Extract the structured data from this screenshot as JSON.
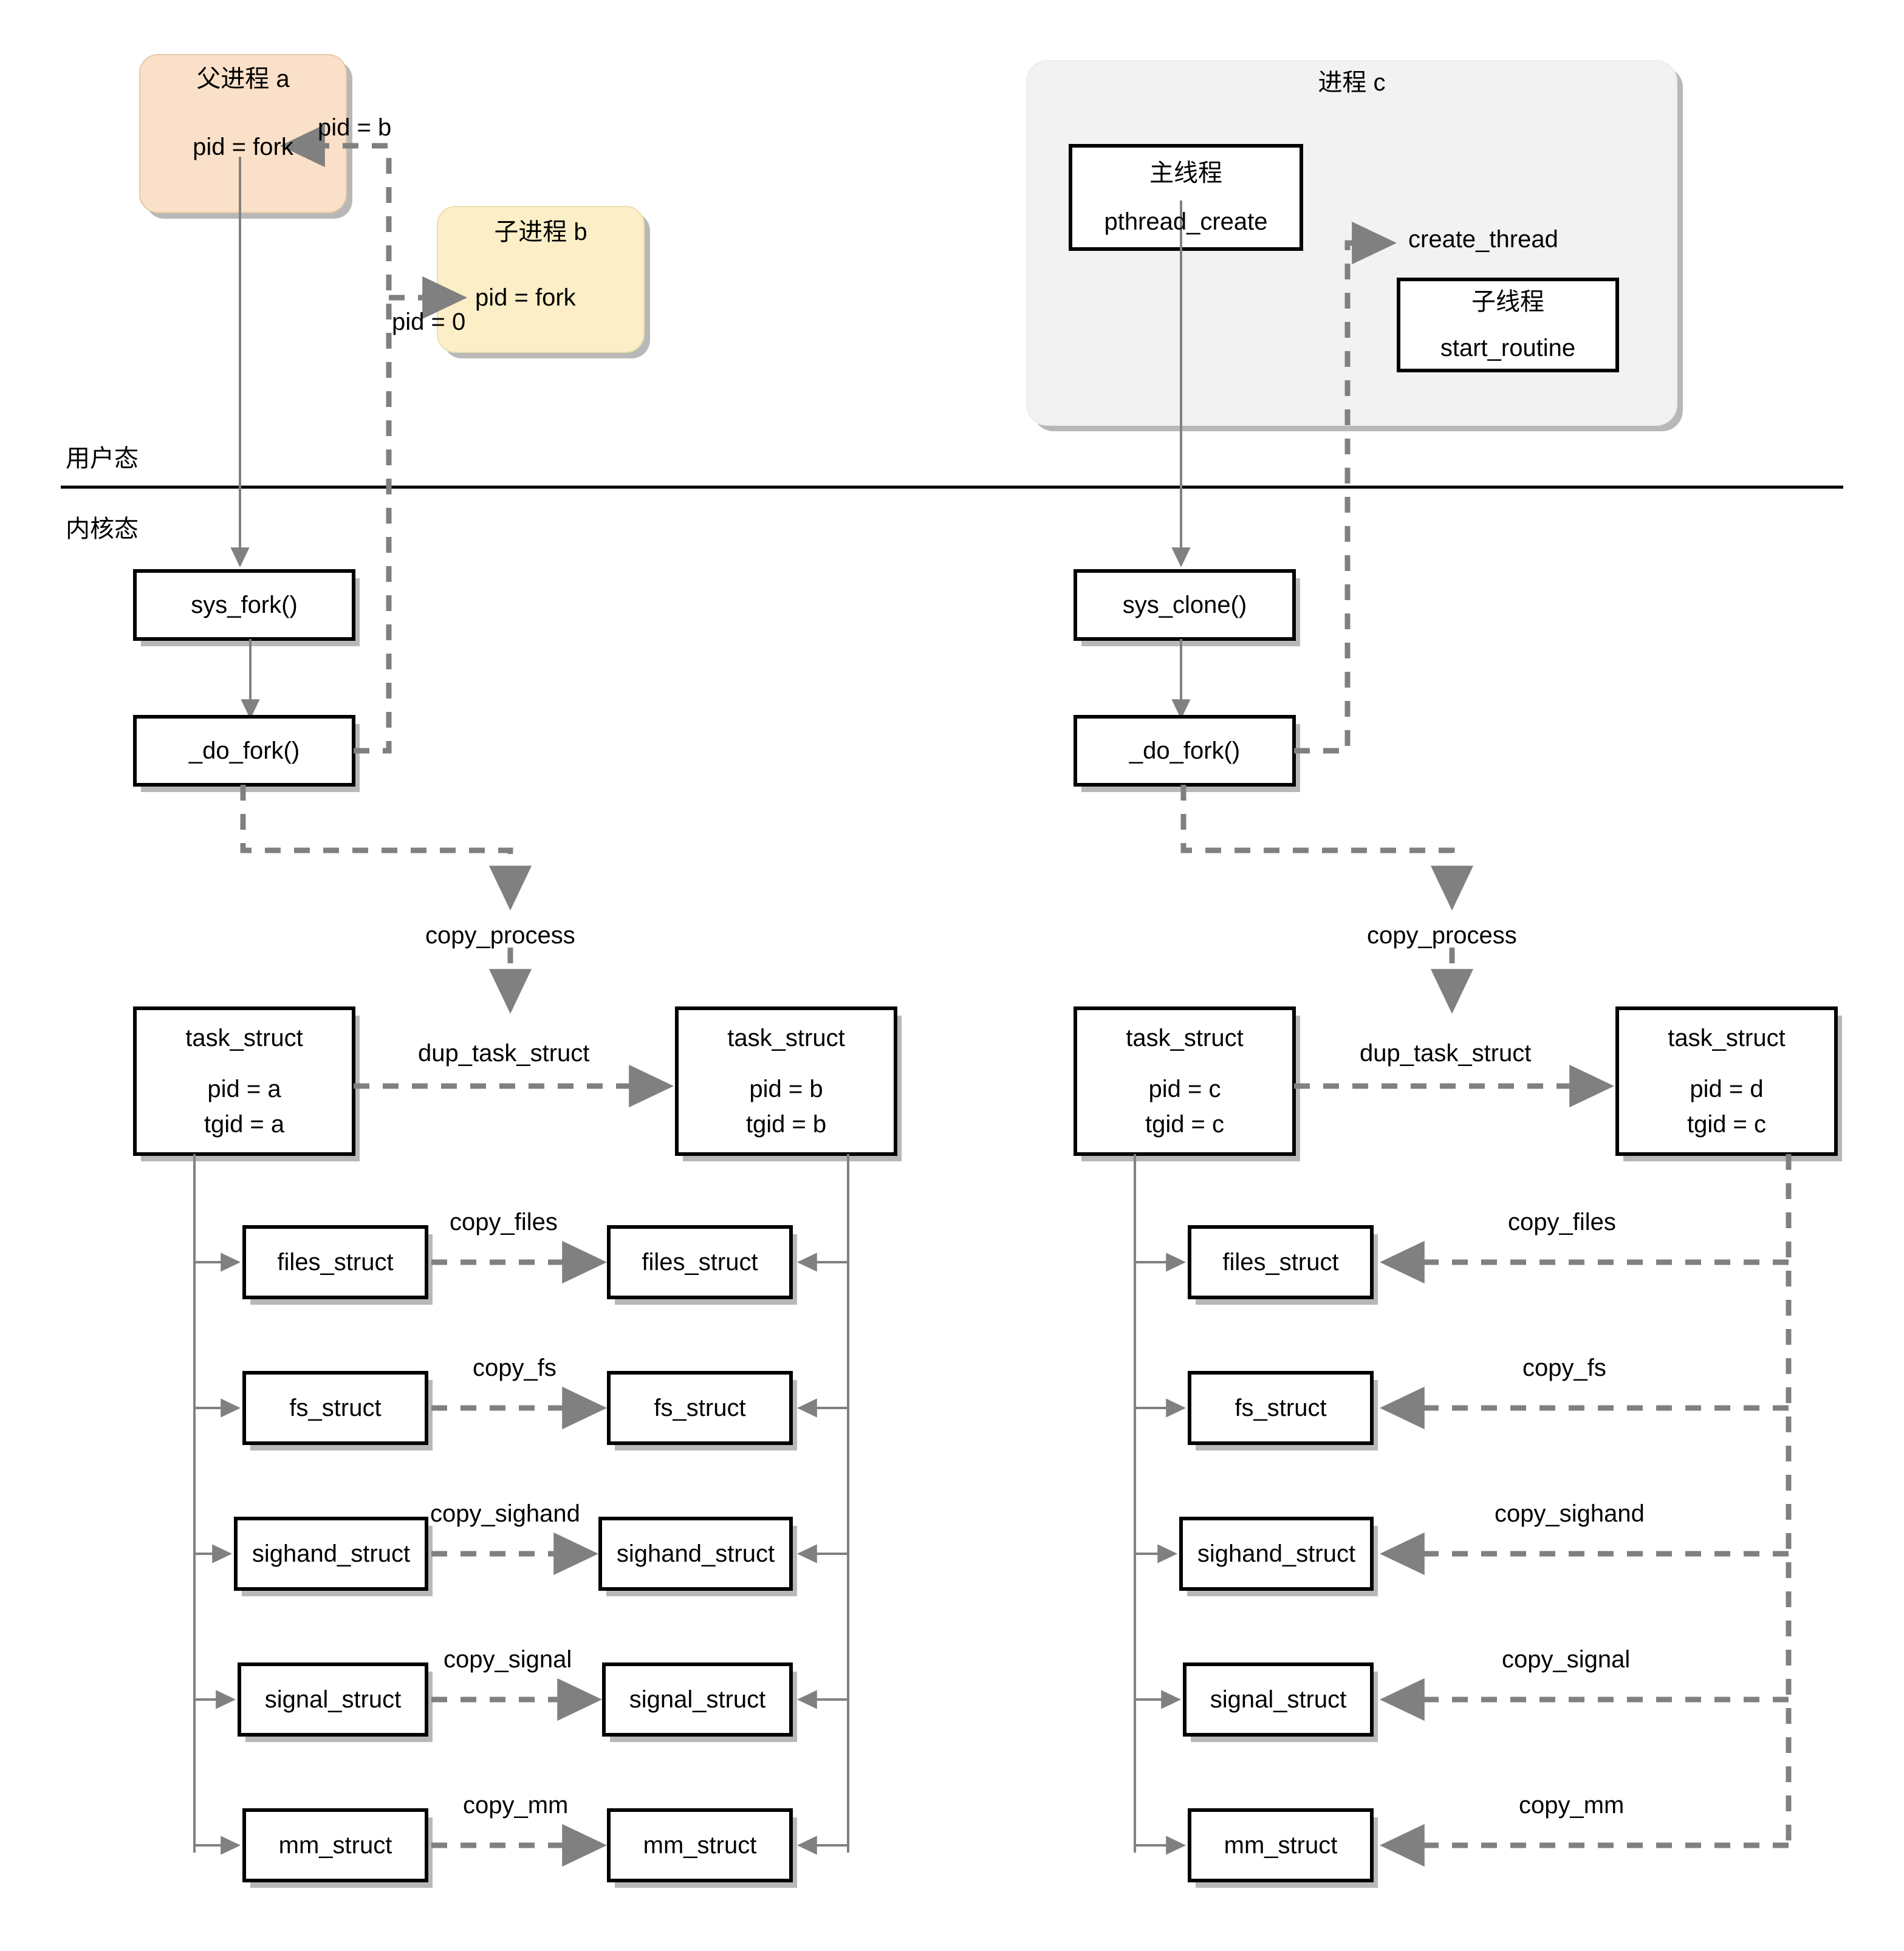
{
  "diagram": {
    "title_semantics": "linux fork vs pthread_create kernel flow",
    "mode_labels": {
      "user": "用户态",
      "kernel": "内核态"
    },
    "colors": {
      "parent_process_fill": "#fae0c8",
      "child_process_fill": "#fcefc7",
      "process_group_fill": "#f2f2f2",
      "box_fill": "#ffffff",
      "box_stroke": "#000000",
      "solid_arrow": "#808080",
      "dashed_arrow": "#808080",
      "shadow": "#b3b3b3",
      "divider": "#000000"
    }
  },
  "left": {
    "parent_process": {
      "title": "父进程 a",
      "call": "pid = fork"
    },
    "child_process": {
      "title": "子进程 b",
      "call": "pid = fork"
    },
    "edge_labels": {
      "return_parent": "pid = b",
      "return_child": "pid = 0",
      "copy_process": "copy_process",
      "dup_task_struct": "dup_task_struct"
    },
    "kernel_boxes": [
      {
        "label": "sys_fork()"
      },
      {
        "label": "_do_fork()"
      }
    ],
    "task_structs": [
      {
        "title": "task_struct",
        "pid": "pid = a",
        "tgid": "tgid = a"
      },
      {
        "title": "task_struct",
        "pid": "pid = b",
        "tgid": "tgid = b"
      }
    ],
    "struct_rows": [
      {
        "left": "files_struct",
        "label": "copy_files",
        "right": "files_struct"
      },
      {
        "left": "fs_struct",
        "label": "copy_fs",
        "right": "fs_struct"
      },
      {
        "left": "sighand_struct",
        "label": "copy_sighand",
        "right": "sighand_struct"
      },
      {
        "left": "signal_struct",
        "label": "copy_signal",
        "right": "signal_struct"
      },
      {
        "left": "mm_struct",
        "label": "copy_mm",
        "right": "mm_struct"
      }
    ]
  },
  "right": {
    "process_group": {
      "title": "进程 c"
    },
    "main_thread": {
      "title": "主线程",
      "call": "pthread_create"
    },
    "child_thread": {
      "title": "子线程",
      "call": "start_routine"
    },
    "edge_labels": {
      "create_thread": "create_thread",
      "copy_process": "copy_process",
      "dup_task_struct": "dup_task_struct"
    },
    "kernel_boxes": [
      {
        "label": "sys_clone()"
      },
      {
        "label": "_do_fork()"
      }
    ],
    "task_structs": [
      {
        "title": "task_struct",
        "pid": "pid = c",
        "tgid": "tgid = c"
      },
      {
        "title": "task_struct",
        "pid": "pid = d",
        "tgid": "tgid = c"
      }
    ],
    "struct_rows": [
      {
        "left": "files_struct",
        "label": "copy_files",
        "right": ""
      },
      {
        "left": "fs_struct",
        "label": "copy_fs",
        "right": ""
      },
      {
        "left": "sighand_struct",
        "label": "copy_sighand",
        "right": ""
      },
      {
        "left": "signal_struct",
        "label": "copy_signal",
        "right": ""
      },
      {
        "left": "mm_struct",
        "label": "copy_mm",
        "right": ""
      }
    ]
  }
}
